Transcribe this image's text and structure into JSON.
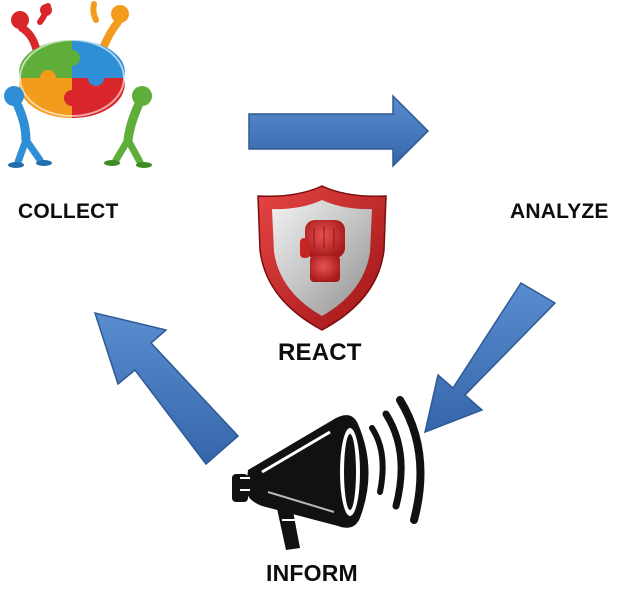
{
  "steps": {
    "collect": {
      "label": "COLLECT",
      "icon": "puzzle-team-icon"
    },
    "analyze": {
      "label": "ANALYZE"
    },
    "react": {
      "label": "REACT",
      "icon": "shield-fist-icon"
    },
    "inform": {
      "label": "INFORM",
      "icon": "megaphone-icon"
    }
  },
  "colors": {
    "arrow_fill": "#3f72b8",
    "arrow_stroke": "#2f5a94",
    "shield_red": "#c8201e",
    "shield_silver": "#b9b9b9",
    "puzzle_red": "#d8262a",
    "puzzle_green": "#5fae3a",
    "puzzle_blue": "#2f8fd6",
    "puzzle_orange": "#f39b1d",
    "megaphone": "#111111"
  }
}
